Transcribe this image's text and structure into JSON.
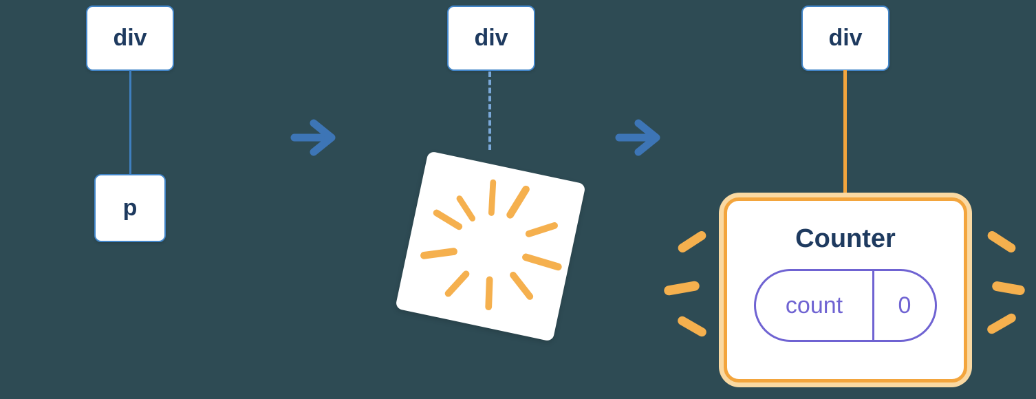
{
  "colors": {
    "background": "#2e4b54",
    "node_bg": "#ffffff",
    "node_border": "#4285c8",
    "node_text": "#1e3a5f",
    "edge_blue": "#3f7fbf",
    "edge_dashed": "#7aa8d8",
    "arrow": "#3d75b6",
    "orange": "#f3a53d",
    "orange_light": "#fad9a2",
    "spark": "#f5b04e",
    "purple": "#6f63d2"
  },
  "stages": [
    {
      "parent": "div",
      "child": "p"
    },
    {
      "parent": "div"
    },
    {
      "parent": "div",
      "component": {
        "title": "Counter",
        "state_key": "count",
        "state_value": "0"
      }
    }
  ]
}
